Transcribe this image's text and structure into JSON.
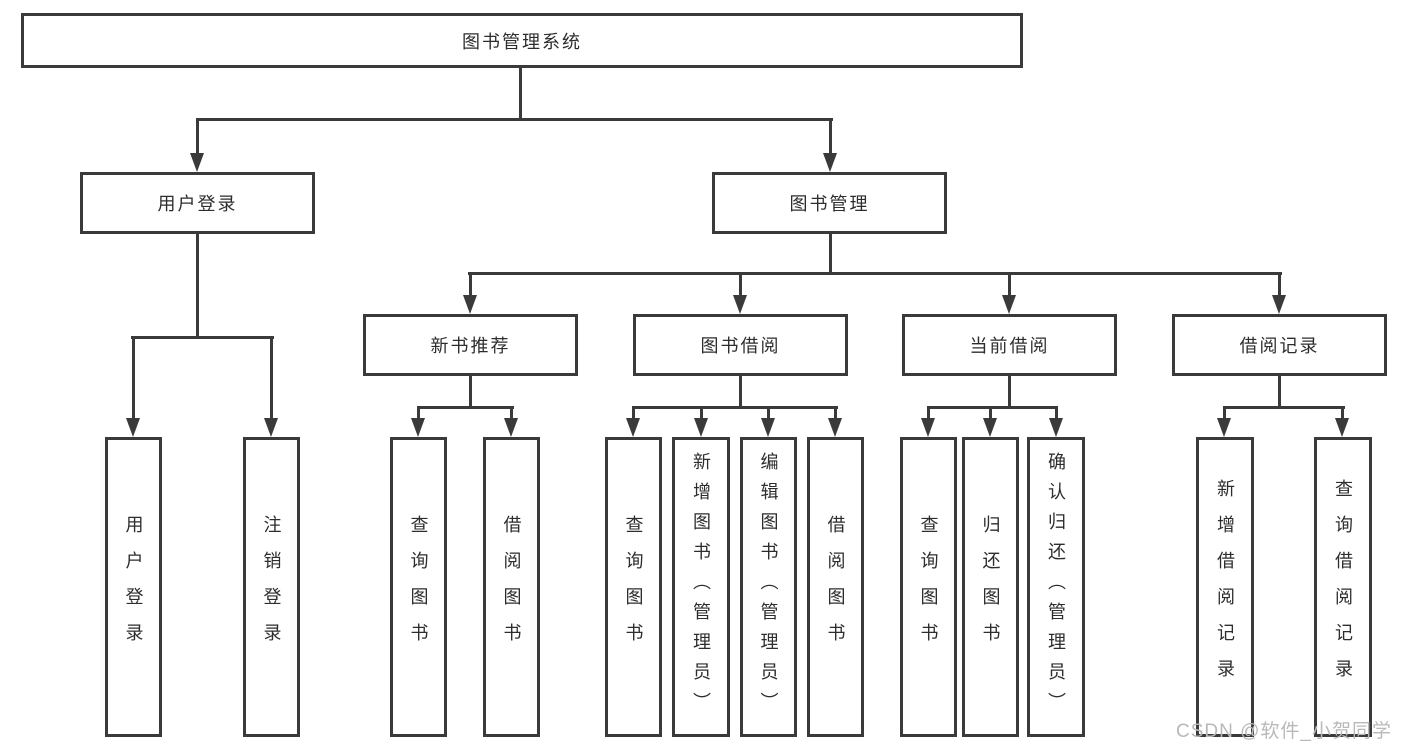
{
  "diagram_type": "tree",
  "tree": {
    "root": {
      "label": "图书管理系统",
      "children": [
        {
          "label": "用户登录",
          "children": [
            {
              "label": "用户登录"
            },
            {
              "label": "注销登录"
            }
          ]
        },
        {
          "label": "图书管理",
          "children": [
            {
              "label": "新书推荐",
              "children": [
                {
                  "label": "查询图书"
                },
                {
                  "label": "借阅图书"
                }
              ]
            },
            {
              "label": "图书借阅",
              "children": [
                {
                  "label": "查询图书"
                },
                {
                  "label": "新增图书（管理员）"
                },
                {
                  "label": "编辑图书（管理员）"
                },
                {
                  "label": "借阅图书"
                }
              ]
            },
            {
              "label": "当前借阅",
              "children": [
                {
                  "label": "查询图书"
                },
                {
                  "label": "归还图书"
                },
                {
                  "label": "确认归还（管理员）"
                }
              ]
            },
            {
              "label": "借阅记录",
              "children": [
                {
                  "label": "新增借阅记录"
                },
                {
                  "label": "查询借阅记录"
                }
              ]
            }
          ]
        }
      ]
    }
  },
  "watermark": {
    "text": "CSDN @软件_小贺同学"
  },
  "colors": {
    "line": "#3a3a3a",
    "text": "#2d2d2d",
    "watermark": "#b9b9b9",
    "background": "#ffffff"
  }
}
